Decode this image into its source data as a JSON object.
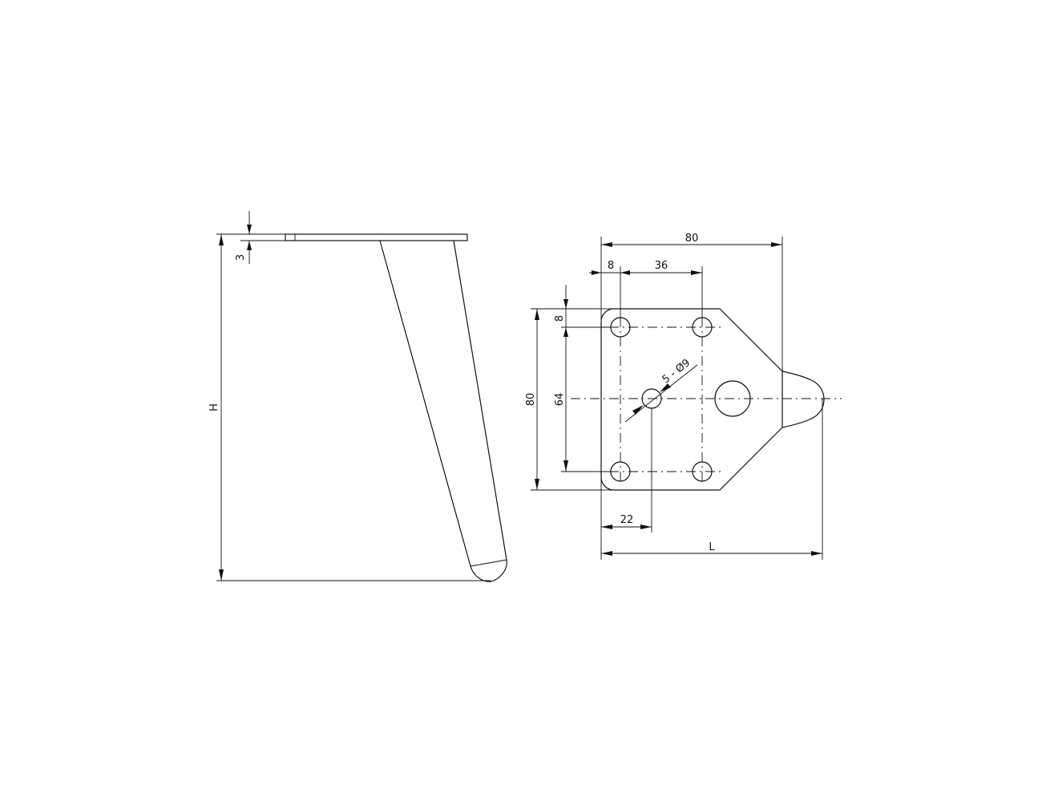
{
  "dimensions": {
    "side_view": {
      "plate_thickness": "3",
      "height": "H"
    },
    "plan_view": {
      "overall_width": "80",
      "edge_offset_x": "8",
      "hole_spacing_x": "36",
      "edge_offset_y": "8",
      "overall_height": "80",
      "hole_spacing_y": "64",
      "hole_callout": "5 - Ø9",
      "center_hole_offset": "22",
      "overall_length": "L"
    }
  }
}
